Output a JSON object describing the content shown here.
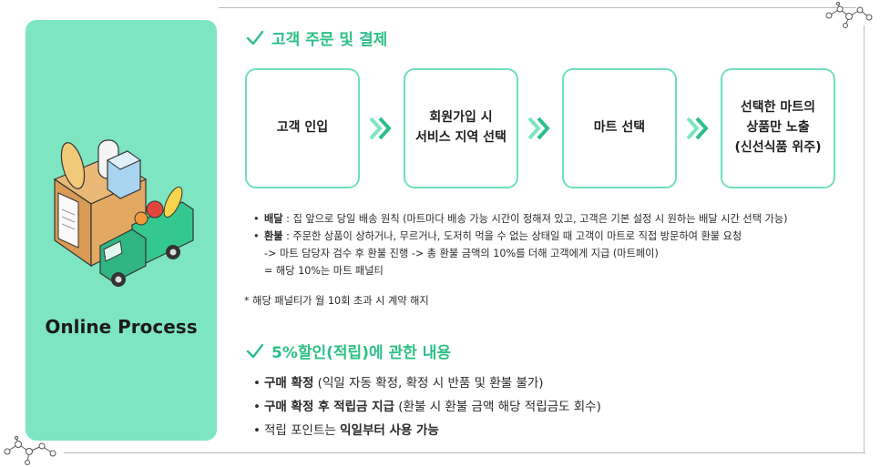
{
  "panel": {
    "title": "Online Process"
  },
  "section1": {
    "heading": "고객 주문 및 결제",
    "steps": [
      "고객 인입",
      "회원가입 시\n서비스 지역 선택",
      "마트 선택",
      "선택한 마트의\n상품만 노출\n(신선식품 위주)"
    ],
    "delivery_label": "배달",
    "delivery_text": " : 집 앞으로 당일 배송 원칙 (마트마다 배송 가능 시간이 정해져 있고,  고객은 기본 설정 시 원하는 배달 시간 선택 가능)",
    "refund_label": "환불",
    "refund_text": " : 주문한 상품이 상하거나, 무르거나, 도저히 먹을 수 없는 상태일 때 고객이 마트로 직접 방문하여 환불 요청",
    "refund_line2": "-> 마트 담당자 검수 후 환불 진행 -> 총 환불 금액의 10%를 더해 고객에게 지급 (마트페이)",
    "refund_line3": "= 해당 10%는 마트 패널티",
    "footnote": "* 해당 패널티가 월 10회 초과 시 계약 해지"
  },
  "section2": {
    "heading": "5%할인(적립)에 관한 내용",
    "item1_bold": "구매 확정",
    "item1_rest": " (익일 자동 확정, 확정 시 반품 및 환불 불가)",
    "item2_bold": "구매 확정 후 적립금 지급",
    "item2_rest": " (환불 시 환불 금액 해당 적립금도 회수)",
    "item3_prefix": "적립 포인트는 ",
    "item3_bold": "익일부터 사용 가능"
  },
  "colors": {
    "accent": "#2dbf88",
    "panel": "#7ee5c2",
    "border": "#6fe0b8"
  }
}
